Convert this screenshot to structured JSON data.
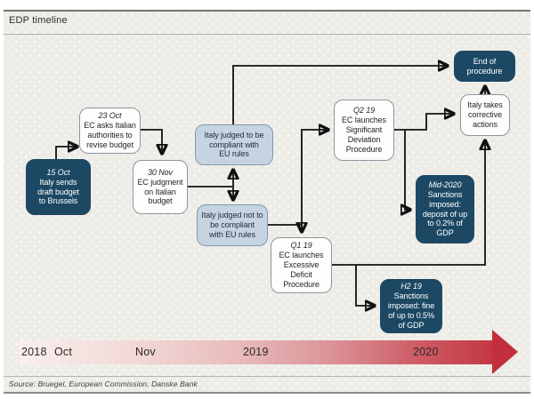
{
  "header": {
    "title": "EDP timeline"
  },
  "footer": {
    "source": "Source: Bruegel, European Commission, Danske Bank"
  },
  "colors": {
    "navy": "#1c4864",
    "light_blue": "#c6d4e1",
    "light_blue_border": "#8098b4",
    "connector": "#111111",
    "timeline_red": "#c02f3a",
    "timeline_light": "#f9efec",
    "panel_bg": "#edece7"
  },
  "boxes": {
    "b15oct": {
      "date": "15 Oct",
      "lines": [
        "Italy sends",
        "draft budget",
        "to Brussels"
      ]
    },
    "b23oct": {
      "date": "23 Oct",
      "lines": [
        "EC asks Italian",
        "authorities to",
        "revise budget"
      ]
    },
    "b30nov": {
      "date": "30 Nov",
      "lines": [
        "EC judgment",
        "on Italian",
        "budget"
      ]
    },
    "bcompliant": {
      "lines": [
        "Italy judged to be",
        "compliant with",
        "EU rules"
      ]
    },
    "bnotcompliant": {
      "lines": [
        "Italy judged not to",
        "be compliant",
        "with EU rules"
      ]
    },
    "bq219": {
      "date": "Q2 19",
      "lines": [
        "EC launches",
        "Significant",
        "Deviation",
        "Procedure"
      ]
    },
    "bq119": {
      "date": "Q1 19",
      "lines": [
        "EC launches",
        "Excessive",
        "Deficit",
        "Procedure"
      ]
    },
    "bmid2020": {
      "date": "Mid-2020",
      "lines": [
        "Sanctions",
        "imposed:",
        "deposit of up",
        "to 0.2% of",
        "GDP"
      ]
    },
    "bh219": {
      "date": "H2 19",
      "lines": [
        "Sanctions",
        "imposed: fine",
        "of up to 0.5%",
        "of GDP"
      ]
    },
    "bcorrective": {
      "lines": [
        "Italy takes",
        "corrective",
        "actions"
      ]
    },
    "bend": {
      "lines": [
        "End of",
        "procedure"
      ]
    }
  },
  "edges": [
    {
      "from": "italy-sends-budget",
      "to": "ec-asks-revise"
    },
    {
      "from": "ec-asks-revise",
      "to": "ec-judgment"
    },
    {
      "from": "ec-judgment",
      "to": "judged-compliant"
    },
    {
      "from": "ec-judgment",
      "to": "judged-not-compliant"
    },
    {
      "from": "judged-compliant",
      "to": "end-of-procedure"
    },
    {
      "from": "judged-not-compliant",
      "to": "q2-19-significant-deviation"
    },
    {
      "from": "judged-not-compliant",
      "to": "q1-19-excessive-deficit"
    },
    {
      "from": "q2-19-significant-deviation",
      "to": "italy-corrective-actions"
    },
    {
      "from": "q2-19-significant-deviation",
      "to": "mid-2020-sanctions"
    },
    {
      "from": "q1-19-excessive-deficit",
      "to": "italy-corrective-actions"
    },
    {
      "from": "q1-19-excessive-deficit",
      "to": "h2-19-sanctions"
    },
    {
      "from": "italy-corrective-actions",
      "to": "end-of-procedure"
    }
  ],
  "timeline": {
    "labels": [
      "2018",
      "Oct",
      "Nov",
      "2019",
      "2020"
    ]
  }
}
